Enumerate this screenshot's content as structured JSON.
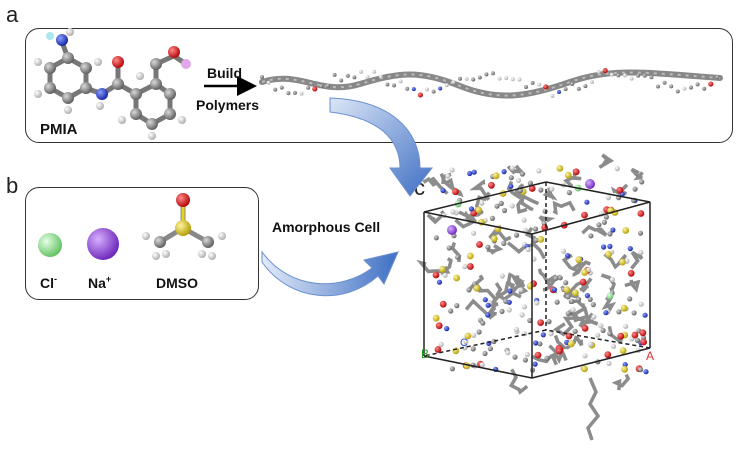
{
  "panels": {
    "a": {
      "letter": "a",
      "monomer_label": "PMIA",
      "arrow_label_top": "Build",
      "arrow_label_bottom": "Polymers"
    },
    "b": {
      "letter": "b",
      "species": [
        {
          "label": "Cl",
          "sup": "-",
          "color": "#8fe38f"
        },
        {
          "label": "Na",
          "sup": "+",
          "color": "#9a4fe0"
        },
        {
          "label": "DMSO",
          "sup": ""
        }
      ]
    },
    "c": {
      "letter": "c"
    }
  },
  "flow": {
    "arrow_label": "Amorphous Cell"
  },
  "cell_axes": {
    "x_label": "A",
    "y_label": "B",
    "z_label": "C"
  },
  "colors": {
    "carbon": "#8a8a8a",
    "hydrogen": "#e6e6e6",
    "oxygen": "#e01010",
    "nitrogen": "#1f3fe0",
    "sulfur": "#e6d21a",
    "arrow": "#4f7fcf"
  }
}
